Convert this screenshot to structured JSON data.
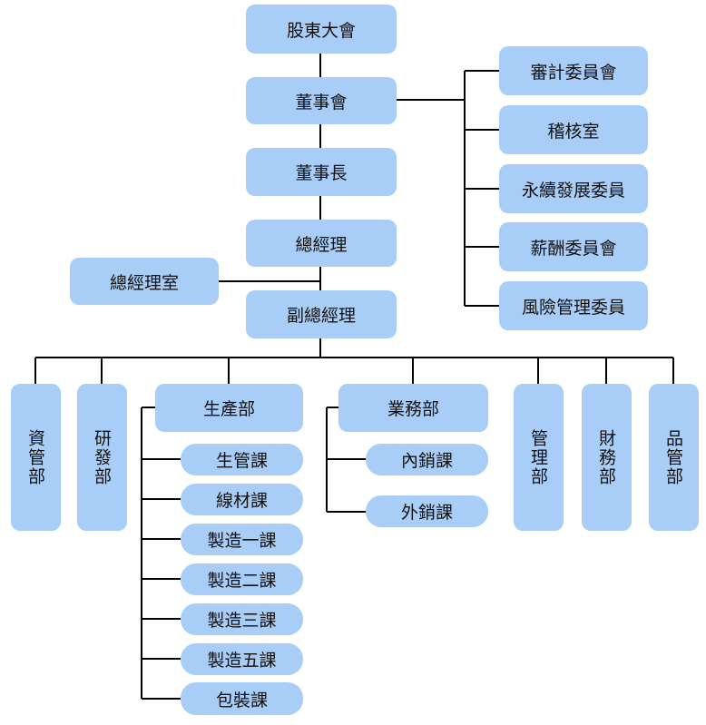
{
  "top": {
    "shareholders": "股東大會",
    "board": "董事會",
    "chairman": "董事長",
    "gm": "總經理",
    "gm_office": "總經理室",
    "deputy_gm": "副總經理"
  },
  "committees": [
    "審計委員會",
    "稽核室",
    "永續發展委員",
    "薪酬委員會",
    "風險管理委員"
  ],
  "departments": {
    "capital": "資管部",
    "rd": "研發部",
    "production": "生產部",
    "sales": "業務部",
    "management": "管理部",
    "finance": "財務部",
    "quality": "品管部"
  },
  "production_units": [
    "生管課",
    "線材課",
    "製造一課",
    "製造二課",
    "製造三課",
    "製造五課",
    "包裝課"
  ],
  "sales_units": [
    "內銷課",
    "外銷課"
  ],
  "colors": {
    "box": "#a8cdf7",
    "line": "#000000"
  }
}
